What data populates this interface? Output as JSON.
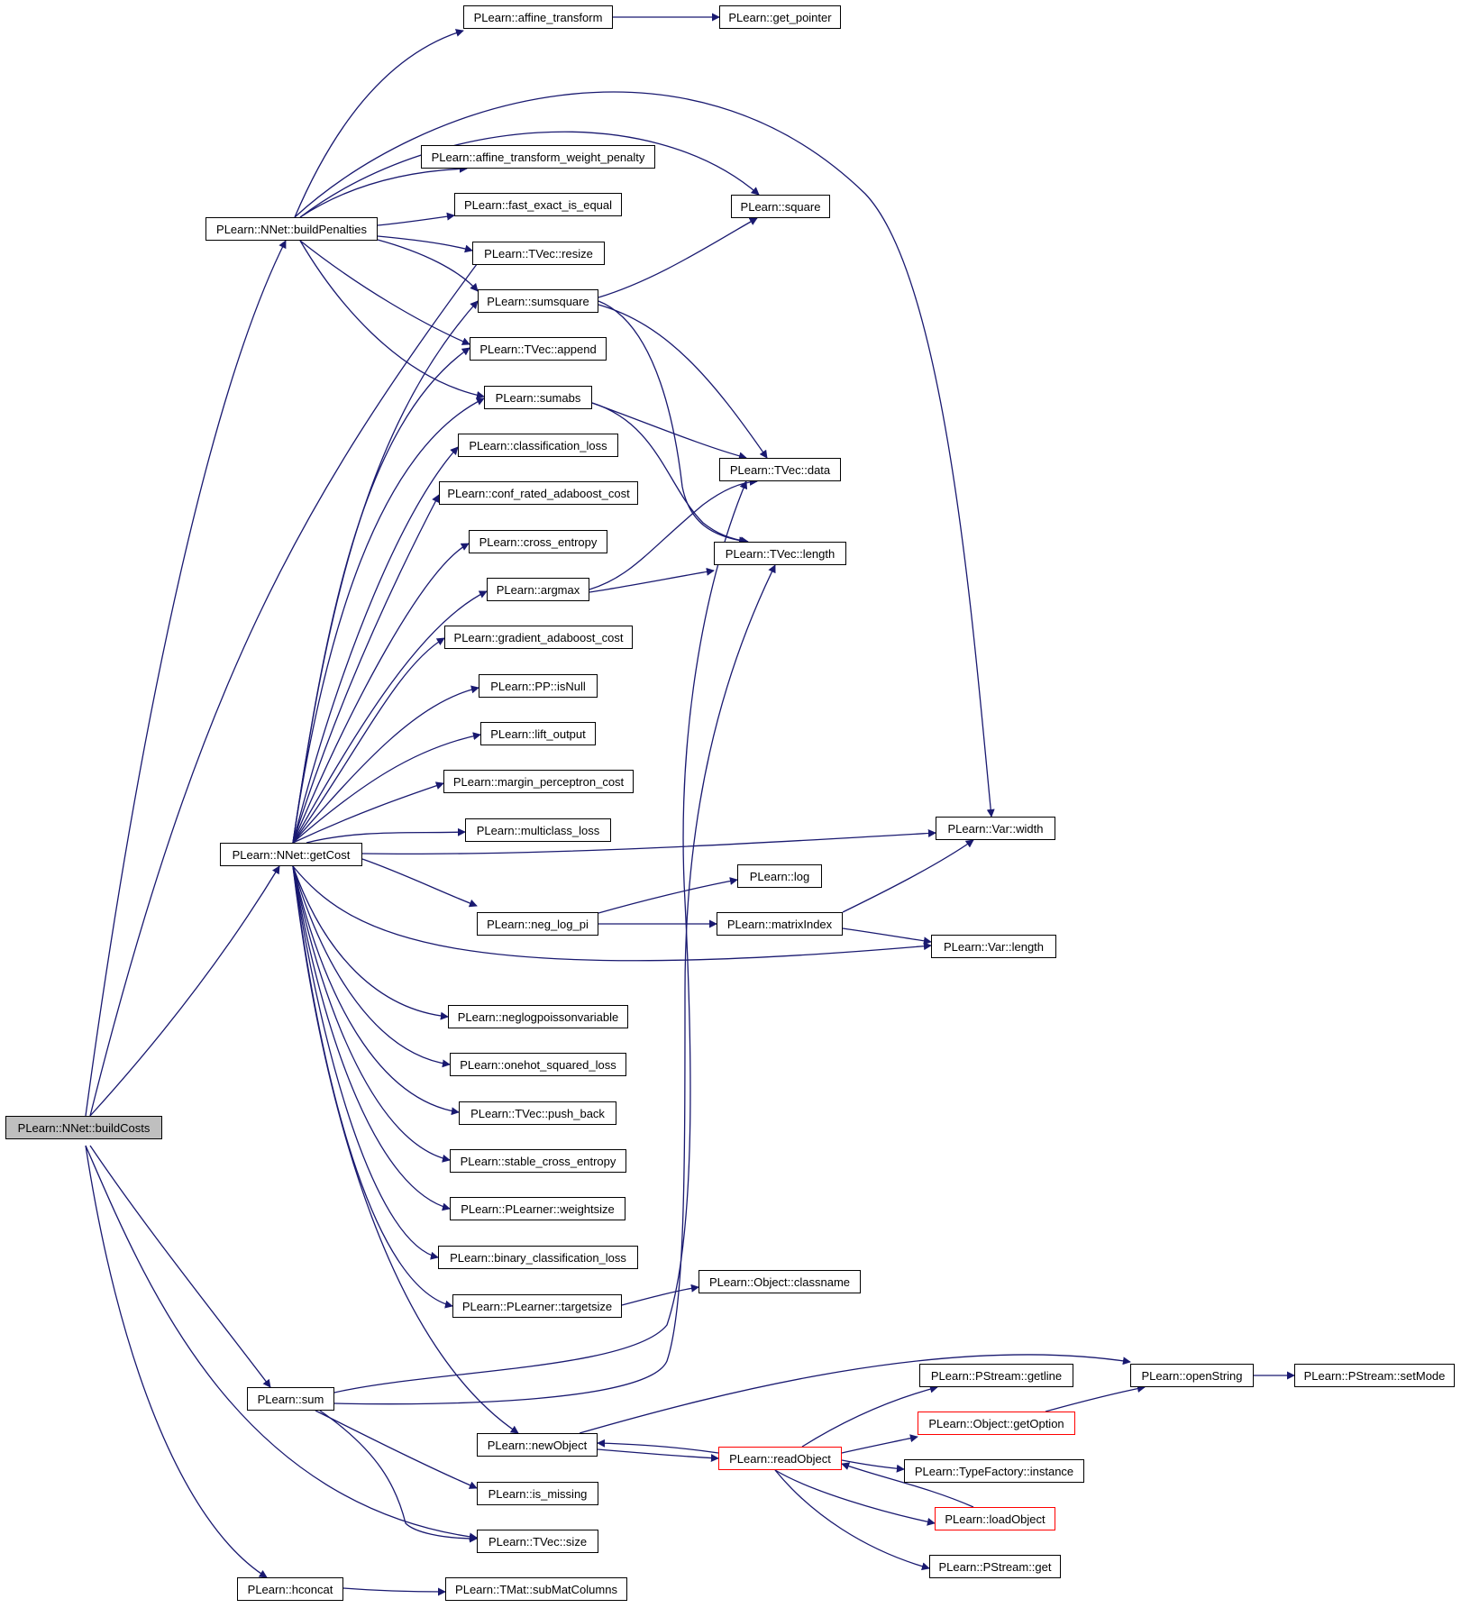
{
  "colors": {
    "edge": "#191970",
    "node_border": "#000000",
    "root_fill": "#bfbfbf",
    "truncated_border": "#ff0000",
    "background": "#ffffff"
  },
  "nodes": {
    "buildCosts": "PLearn::NNet::buildCosts",
    "affine_transform": "PLearn::affine_transform",
    "get_pointer": "PLearn::get_pointer",
    "buildPenalties": "PLearn::NNet::buildPenalties",
    "affine_transform_weight_penalty": "PLearn::affine_transform_weight_penalty",
    "fast_exact_is_equal": "PLearn::fast_exact_is_equal",
    "square": "PLearn::square",
    "tvec_resize": "PLearn::TVec::resize",
    "sumsquare": "PLearn::sumsquare",
    "tvec_append": "PLearn::TVec::append",
    "sumabs": "PLearn::sumabs",
    "classification_loss": "PLearn::classification_loss",
    "tvec_data": "PLearn::TVec::data",
    "conf_rated_adaboost_cost": "PLearn::conf_rated_adaboost_cost",
    "cross_entropy": "PLearn::cross_entropy",
    "tvec_length": "PLearn::TVec::length",
    "argmax": "PLearn::argmax",
    "gradient_adaboost_cost": "PLearn::gradient_adaboost_cost",
    "pp_isnull": "PLearn::PP::isNull",
    "lift_output": "PLearn::lift_output",
    "margin_perceptron_cost": "PLearn::margin_perceptron_cost",
    "multiclass_loss": "PLearn::multiclass_loss",
    "var_width": "PLearn::Var::width",
    "getCost": "PLearn::NNet::getCost",
    "log": "PLearn::log",
    "neg_log_pi": "PLearn::neg_log_pi",
    "matrixIndex": "PLearn::matrixIndex",
    "var_length": "PLearn::Var::length",
    "neglogpoissonvariable": "PLearn::neglogpoissonvariable",
    "onehot_squared_loss": "PLearn::onehot_squared_loss",
    "tvec_push_back": "PLearn::TVec::push_back",
    "stable_cross_entropy": "PLearn::stable_cross_entropy",
    "weightsize": "PLearn::PLearner::weightsize",
    "binary_classification_loss": "PLearn::binary_classification_loss",
    "object_classname": "PLearn::Object::classname",
    "targetsize": "PLearn::PLearner::targetsize",
    "pstream_getline": "PLearn::PStream::getline",
    "openString": "PLearn::openString",
    "pstream_setMode": "PLearn::PStream::setMode",
    "sum": "PLearn::sum",
    "object_getOption": "PLearn::Object::getOption",
    "newObject": "PLearn::newObject",
    "readObject": "PLearn::readObject",
    "typefactory_instance": "PLearn::TypeFactory::instance",
    "is_missing": "PLearn::is_missing",
    "loadObject": "PLearn::loadObject",
    "tvec_size": "PLearn::TVec::size",
    "pstream_get": "PLearn::PStream::get",
    "hconcat": "PLearn::hconcat",
    "tmat_subMatColumns": "PLearn::TMat::subMatColumns"
  }
}
